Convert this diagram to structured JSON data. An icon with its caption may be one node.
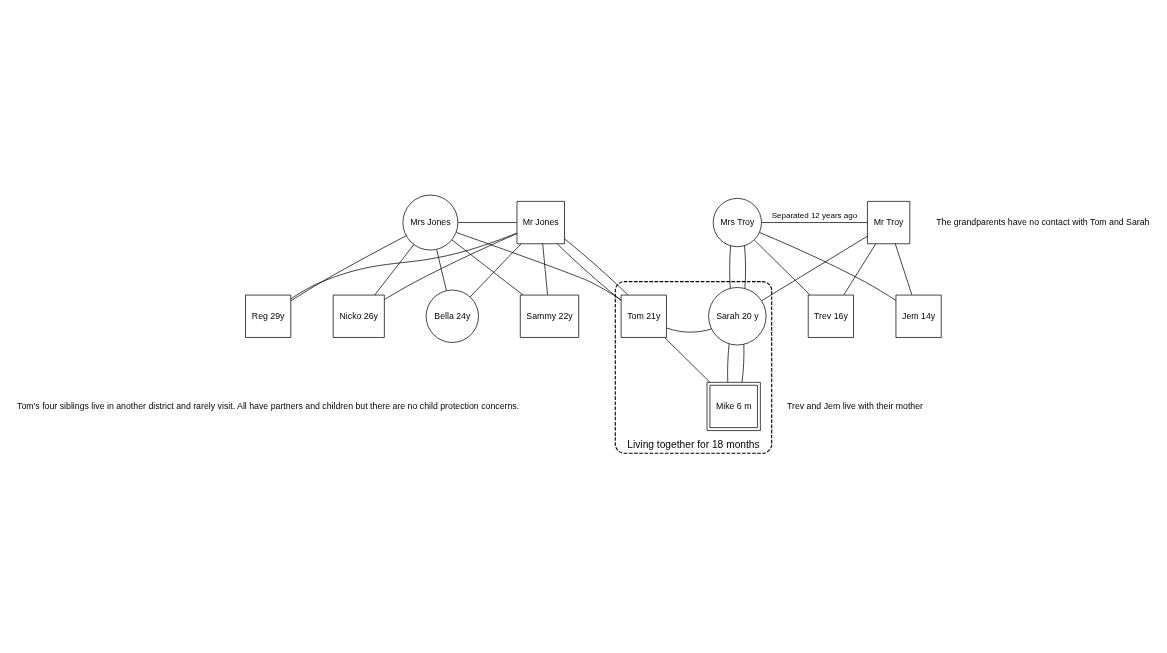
{
  "diagram": {
    "nodes": [
      {
        "text": [
          "Mrs Jones"
        ]
      },
      {
        "text": [
          "Mr Jones"
        ]
      },
      {
        "text": [
          "Mrs Troy"
        ]
      },
      {
        "text": [
          "Mr Troy"
        ]
      },
      {
        "text": [
          "Living together for 18 months"
        ]
      },
      {
        "text": [
          "Reg 29y"
        ]
      },
      {
        "text": [
          "Nicko 26y"
        ]
      },
      {
        "text": [
          "Bella 24y"
        ]
      },
      {
        "text": [
          "Sammy 22y"
        ]
      },
      {
        "text": [
          "Tom 21y"
        ],
        "in": 4
      },
      {
        "text": [
          "Sarah 20 y"
        ],
        "in": 4
      },
      {
        "text": [
          "Mike 6 m"
        ],
        "in": 4
      },
      {
        "text": [
          "Trev 16y"
        ]
      },
      {
        "text": [
          "Jem 14y"
        ]
      }
    ],
    "edges": [
      {
        "from": 0,
        "to": 1,
        "arrow": "none"
      },
      {
        "from": 2,
        "to": 3,
        "arrow": "none",
        "label": "Separated 12 years ago"
      },
      {
        "from": 0,
        "to": 5,
        "arrow": "none"
      },
      {
        "from": 1,
        "to": 5,
        "arrow": "none"
      },
      {
        "from": 0,
        "to": 6,
        "arrow": "none"
      },
      {
        "from": 1,
        "to": 6,
        "arrow": "none"
      },
      {
        "from": 0,
        "to": 7,
        "arrow": "none"
      },
      {
        "from": 1,
        "to": 7,
        "arrow": "none"
      },
      {
        "from": 0,
        "to": 8,
        "arrow": "none"
      },
      {
        "from": 1,
        "to": 8,
        "arrow": "none"
      },
      {
        "from": 0,
        "to": 9,
        "arrow": "none"
      },
      {
        "from": 1,
        "to": 9,
        "arrow": "none"
      },
      {
        "from": 2,
        "to": 10,
        "arrow": "none"
      },
      {
        "from": 3,
        "to": 10,
        "arrow": "none"
      },
      {
        "from": 2,
        "to": 12,
        "arrow": "none"
      },
      {
        "from": 3,
        "to": 12,
        "arrow": "none"
      },
      {
        "from": 2,
        "to": 13,
        "arrow": "none"
      },
      {
        "from": 3,
        "to": 13,
        "arrow": "none"
      },
      {
        "from": 1,
        "to": 9,
        "arrow": "none"
      },
      {
        "from": 2,
        "to": 10,
        "arrow": "none"
      },
      {
        "from": 9,
        "to": 10,
        "arrow": "none"
      },
      {
        "from": 9,
        "to": 11,
        "arrow": "none"
      },
      {
        "from": 10,
        "to": 11,
        "arrow": "none"
      },
      {
        "from": 10,
        "to": 11,
        "arrow": "none"
      }
    ],
    "labels": [
      "The grandparents have no contact with Tom and Sarah",
      "Tom's four siblings live in another district and rarely visit. All have partners and children but there are no child protection concerns.",
      "Trev and Jem live with their mother"
    ]
  }
}
